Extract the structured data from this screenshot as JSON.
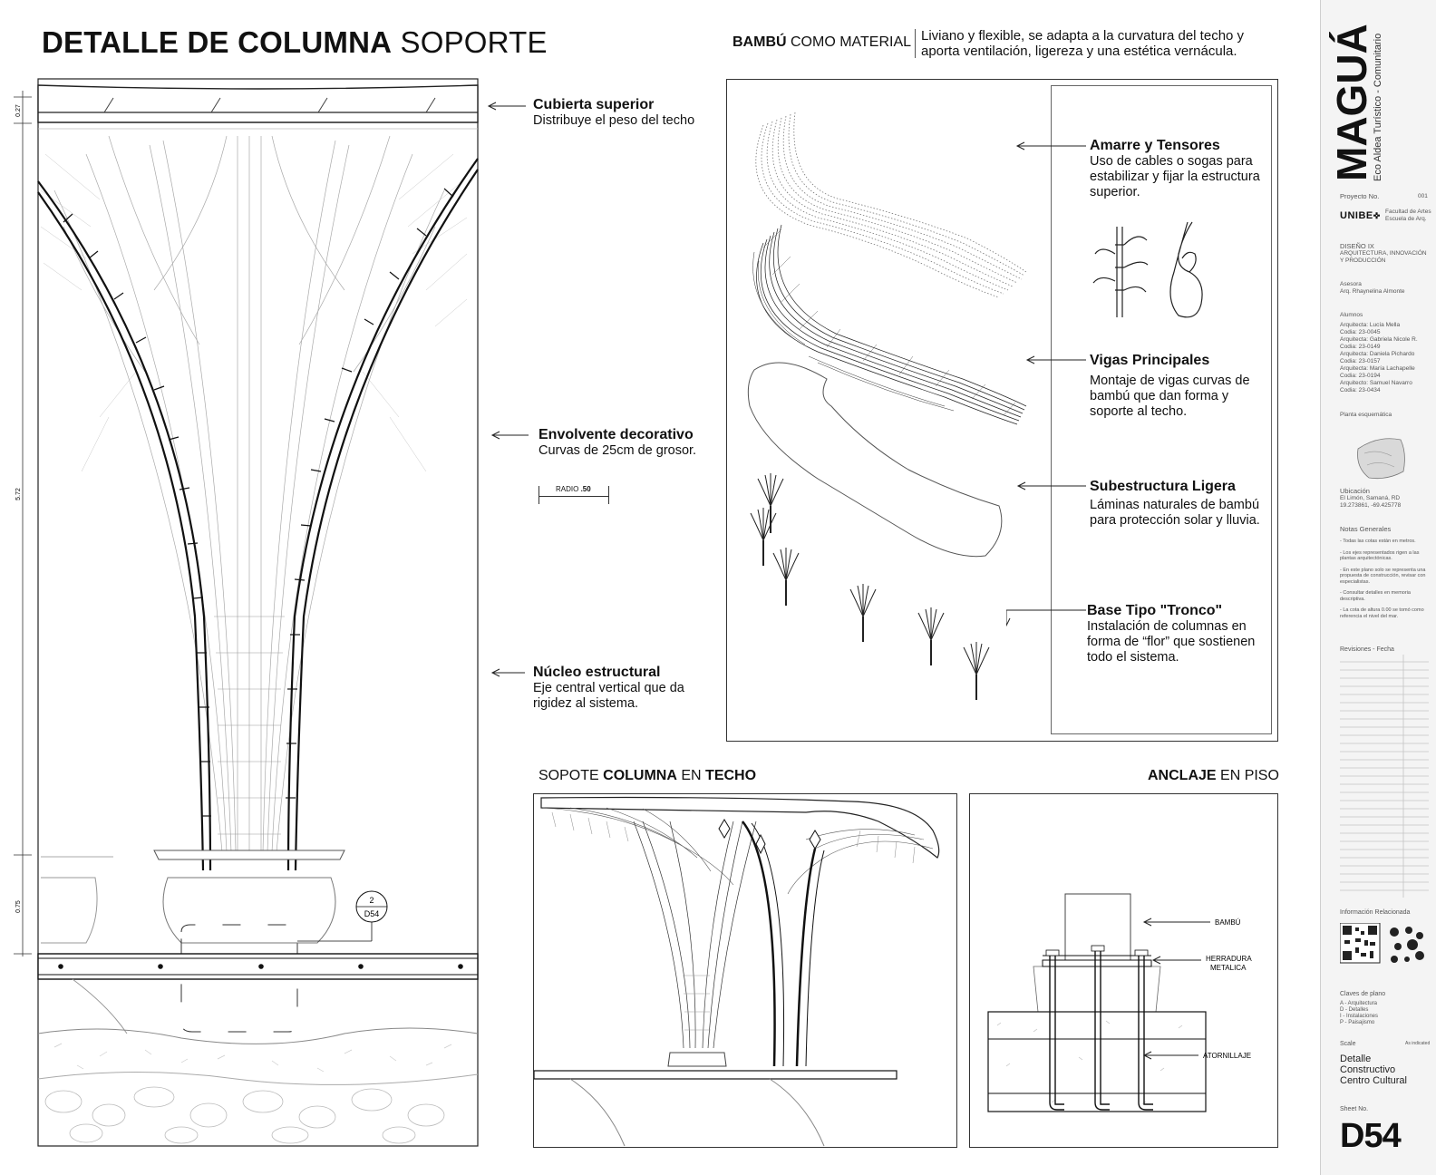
{
  "sheet": {
    "title_bold": "DETALLE DE COLUMNA",
    "title_light": "SOPORTE"
  },
  "material": {
    "bold": "BAMBÚ",
    "rest": "COMO MATERIAL",
    "description": "Liviano y flexible, se adapta a la curvatura del techo y aporta ventilación, ligereza y una estética vernácula."
  },
  "dimensions": {
    "top": "0.27",
    "middle": "5.72",
    "bottom": "0.75"
  },
  "column_labels": {
    "cubierta_title": "Cubierta superior",
    "cubierta_text": "Distribuye el peso del techo",
    "envolvente_title": "Envolvente decorativo",
    "envolvente_text": "Curvas de 25cm de grosor.",
    "radio_label": "RADIO",
    "radio_value": ".50",
    "nucleo_title": "Núcleo estructural",
    "nucleo_text": "Eje central vertical que da rigidez al sistema.",
    "section_ref_number": "2",
    "section_ref_sheet": "D54"
  },
  "exploded_labels": {
    "amarre_title": "Amarre y Tensores",
    "amarre_text": "Uso de cables o sogas para estabilizar y fijar la estructura superior.",
    "vigas_title": "Vigas Principales",
    "vigas_text": "Montaje de vigas curvas de bambú que dan forma y soporte al techo.",
    "subestructura_title": "Subestructura Ligera",
    "subestructura_text": "Láminas naturales de bambú para protección solar y lluvia.",
    "base_title": "Base Tipo \"Tronco\"",
    "base_text": "Instalación de columnas en forma de “flor” que sostienen todo el sistema."
  },
  "bottom_sections": {
    "left_title_1": "SOPOTE",
    "left_title_2": "COLUMNA",
    "left_title_3": "EN",
    "left_title_4": "TECHO",
    "right_title_1": "ANCLAJE",
    "right_title_2": "EN PISO",
    "anchor_label_1": "BAMBÚ",
    "anchor_label_2_a": "HERRADURA",
    "anchor_label_2_b": "METALICA",
    "anchor_label_3": "ATORNILLAJE"
  },
  "sidebar": {
    "brand": "MAGUÁ",
    "subtitle": "Eco Aldea Turístico - Comunitario",
    "project_label": "Proyecto No.",
    "project_no": "001",
    "school_logo": "UNIBE",
    "faculty_1": "Facultad de Artes",
    "faculty_2": "Escuela de Arq.",
    "course": "DISEÑO IX",
    "course_desc": "ARQUITECTURA, INNOVACIÓN Y PRODUCCIÓN",
    "advisor_label": "Asesora",
    "advisor": "Arq. Rhaynelina Almonte",
    "students_label": "Alumnos",
    "students": [
      "Arquitecta: Lucía Mella",
      "Codia: 23-0045",
      "Arquitecta: Gabriela Nicole R.",
      "Codia: 23-0149",
      "Arquitecta: Daniela Pichardo",
      "Codia: 23-0157",
      "Arquitecta: María Lachapelle",
      "Codia: 23-0194",
      "Arquitecto: Samuel Navarro",
      "Codia: 23-0434"
    ],
    "plan_label": "Planta esquemática",
    "location_label": "Ubicación",
    "location": "El Limón, Samaná, RD",
    "coordinates": "19.273861, -69.425778",
    "notes_label": "Notas Generales",
    "notes": [
      "- Todas las cotas están en metros.",
      "- Los ejes representados rigen a las plantas arquitectónicas.",
      "- En este plano solo se representa una propuesta de construcción, revisar con especialistas.",
      "- Consultar detalles en memoria descriptiva.",
      "- La cota de altura 0.00 se tomó como referencia el nivel del mar."
    ],
    "revisions_label": "Revisiones - Fecha",
    "related_label": "Información Relacionada",
    "keys_label": "Claves de plano",
    "keys": [
      "A - Arquitectura",
      "D - Detalles",
      "I - Instalaciones",
      "P - Paisajismo"
    ],
    "scale_label": "Scale",
    "scale_value": "As indicated",
    "scale_desc_1": "Detalle",
    "scale_desc_2": "Constructivo",
    "scale_desc_3": "Centro Cultural",
    "sheet_label": "Sheet No.",
    "sheet_no": "D54"
  }
}
